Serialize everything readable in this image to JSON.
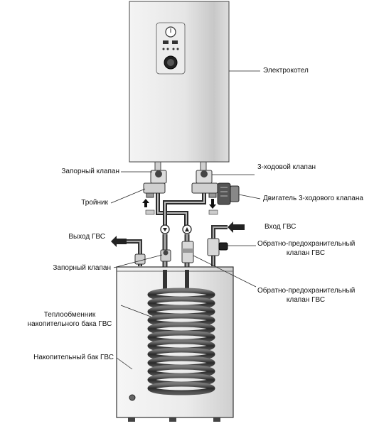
{
  "labels": {
    "boiler": "Электрокотел",
    "shutoff_valve_top": "Запорный клапан",
    "three_way_valve": "3-ходовой клапан",
    "tee": "Тройник",
    "valve_motor": "Двигатель 3-ходового клапана",
    "dhw_outlet": "Выход ГВС",
    "dhw_inlet": "Вход ГВС",
    "check_safety_valve_1_line1": "Обратно-предохранительный",
    "check_safety_valve_1_line2": "клапан ГВС",
    "shutoff_valve_bottom": "Запорный клапан",
    "check_safety_valve_2_line1": "Обратно-предохранительный",
    "check_safety_valve_2_line2": "клапан ГВС",
    "heat_exchanger_line1": "Теплообменник",
    "heat_exchanger_line2": "накопительного бака ГВС",
    "storage_tank": "Накопительный бак ГВС"
  }
}
